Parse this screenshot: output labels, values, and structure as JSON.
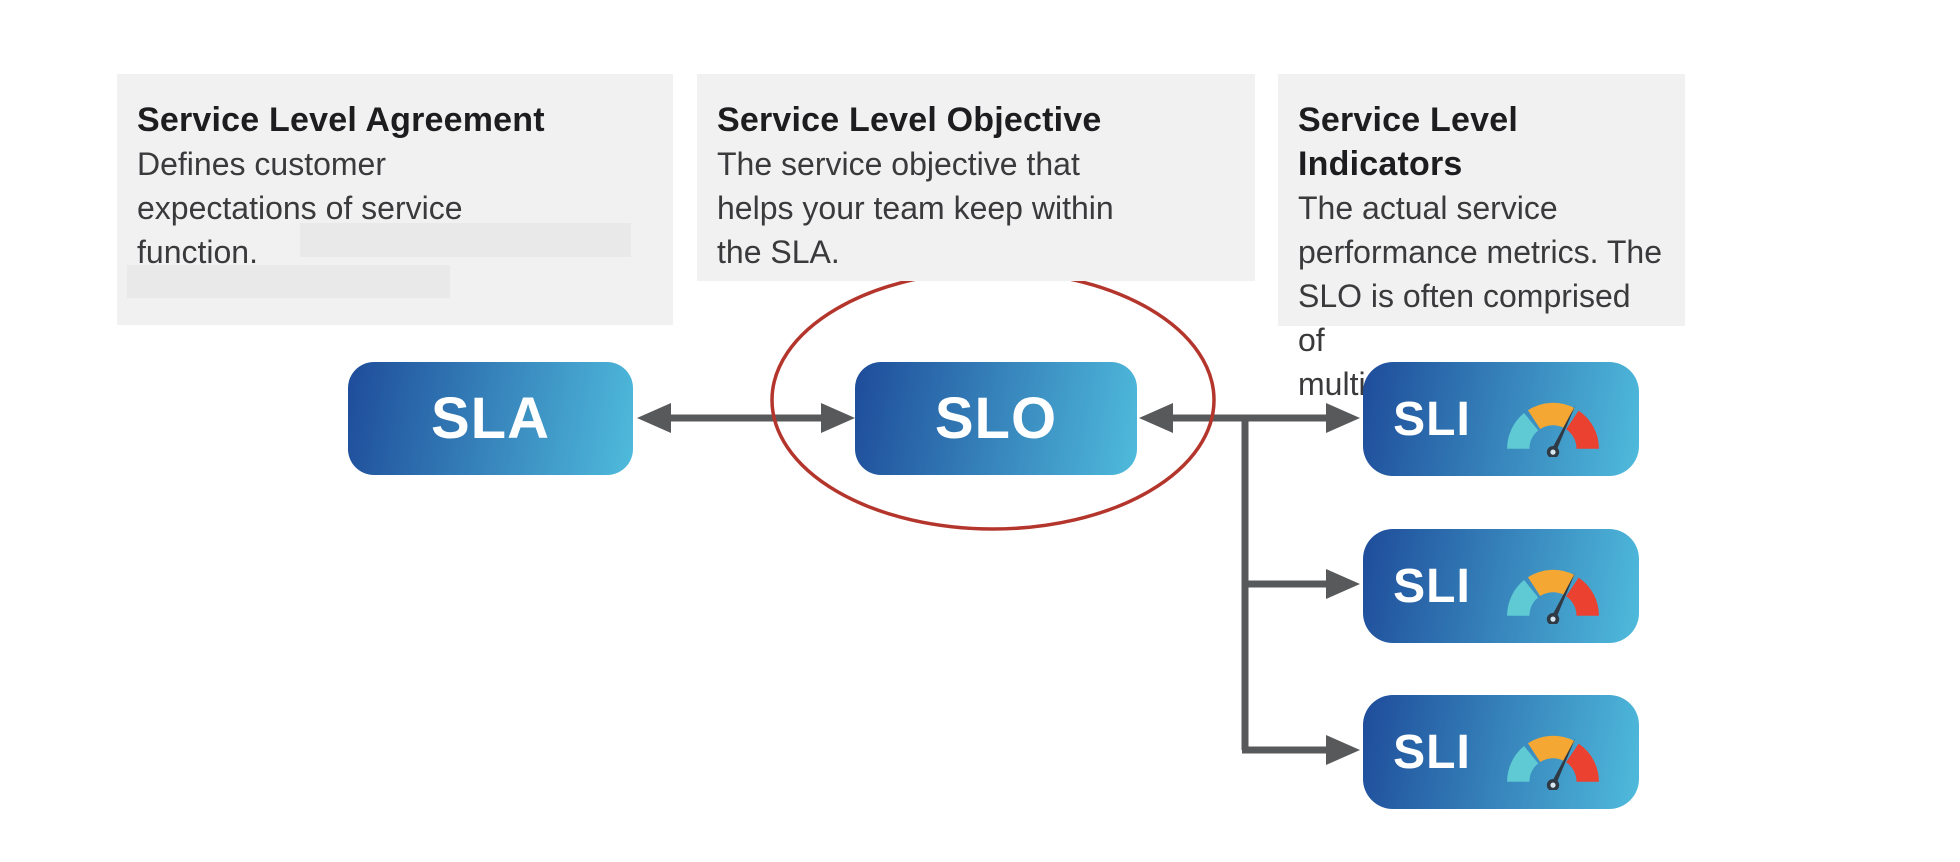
{
  "cards": [
    {
      "title": "Service Level Agreement",
      "body": "Defines customer\nexpectations of service\nfunction."
    },
    {
      "title": "Service Level Objective",
      "body": "The service objective that\nhelps your team keep within\nthe SLA."
    },
    {
      "title": "Service Level Indicators",
      "body": "The actual service\nperformance metrics. The\nSLO is often comprised of\nmultiple SLIs."
    }
  ],
  "nodes": {
    "sla": "SLA",
    "slo": "SLO",
    "sli": "SLI"
  },
  "icons": {
    "sli_icon": "gauge-meter-icon"
  },
  "annotations": {
    "slo_highlight": "red-ellipse-around-SLO"
  },
  "colors": {
    "node-grad-start": "#1e4c9a",
    "node-grad-end": "#4fbbdc",
    "arrow": "#58595b",
    "highlight": "#b3352c",
    "card-bg": "#f1f1f2",
    "redaction": "#e9e9ea",
    "gauge-teal": "#5fc9d4",
    "gauge-orange": "#f5a733",
    "gauge-red": "#ea4130",
    "needle": "#2f3a45",
    "title-text": "#1d1d1f",
    "body-text": "#3a3a3c",
    "node-text": "#ffffff"
  }
}
